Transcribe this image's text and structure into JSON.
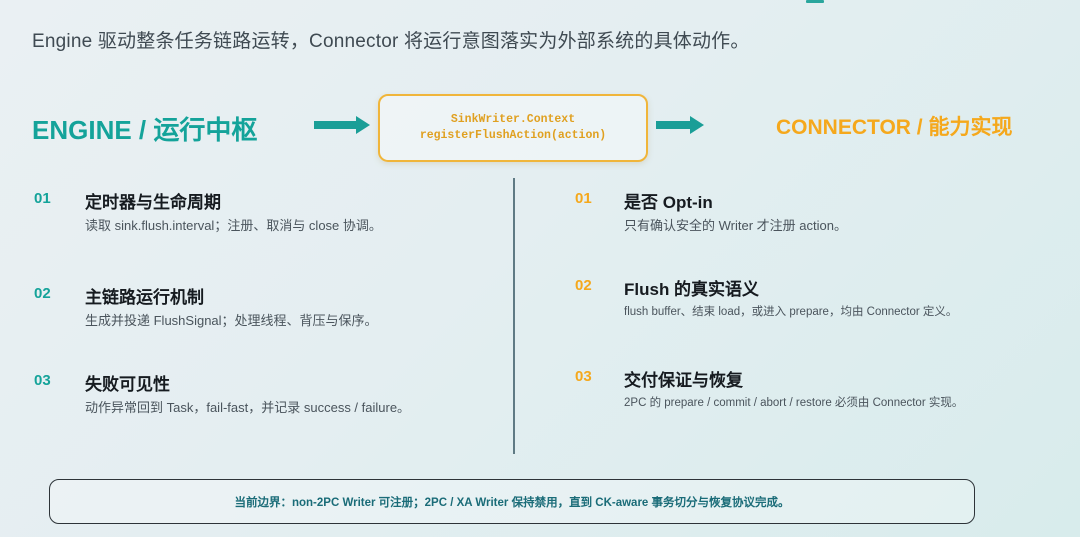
{
  "header": {
    "subtitle": "Engine 驱动整条任务链路运转，Connector 将运行意图落实为外部系统的具体动作。"
  },
  "engine": {
    "title": "ENGINE / 运行中枢"
  },
  "connector": {
    "title": "CONNECTOR / 能力实现"
  },
  "context_box": {
    "line1": "SinkWriter.Context",
    "line2": "registerFlushAction(action)"
  },
  "left_items": [
    {
      "num": "01",
      "title": "定时器与生命周期",
      "desc": "读取 sink.flush.interval；注册、取消与 close 协调。"
    },
    {
      "num": "02",
      "title": "主链路运行机制",
      "desc": "生成并投递 FlushSignal；处理线程、背压与保序。"
    },
    {
      "num": "03",
      "title": "失败可见性",
      "desc": "动作异常回到 Task，fail-fast，并记录 success / failure。"
    }
  ],
  "right_items": [
    {
      "num": "01",
      "title": "是否 Opt-in",
      "desc": "只有确认安全的 Writer 才注册 action。"
    },
    {
      "num": "02",
      "title": "Flush 的真实语义",
      "desc": "flush buffer、结束 load，或进入 prepare，均由 Connector 定义。"
    },
    {
      "num": "03",
      "title": "交付保证与恢复",
      "desc": "2PC 的 prepare / commit / abort / restore 必须由 Connector 实现。"
    }
  ],
  "boundary": {
    "text": "当前边界：non-2PC Writer 可注册；2PC / XA Writer 保持禁用，直到 CK-aware 事务切分与恢复协议完成。"
  },
  "colors": {
    "engine_accent": "#14a39a",
    "connector_accent": "#f5a81c",
    "context_border": "#f0b53a"
  }
}
